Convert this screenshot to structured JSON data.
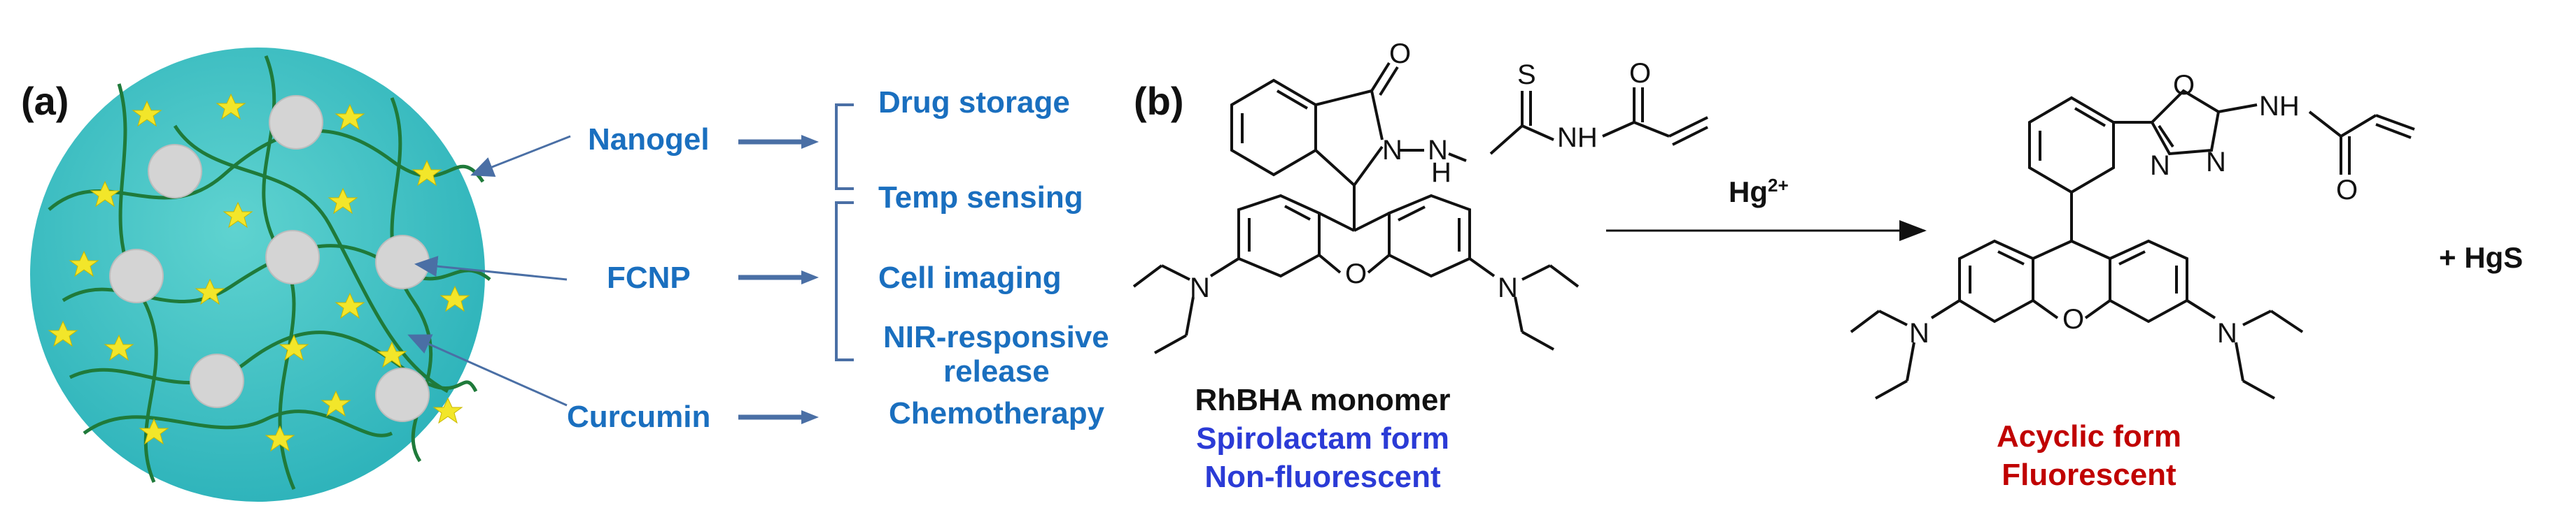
{
  "panel_a": {
    "label": "(a)",
    "components": [
      "Nanogel",
      "FCNP",
      "Curcumin"
    ],
    "functions": [
      "Drug storage",
      "Temp sensing",
      "Cell imaging",
      "NIR-responsive",
      "release",
      "Chemotherapy"
    ],
    "text_color": "#1a6fbf",
    "sphere_color": "#3fbfc3"
  },
  "panel_b": {
    "label": "(b)",
    "reagent": "Hg",
    "reagent_charge": "2+",
    "byproduct": "+ HgS",
    "monomer_lines": [
      "RhBHA  monomer",
      "Spirolactam form",
      "Non-fluorescent"
    ],
    "product_lines": [
      "Acyclic form",
      "Fluorescent"
    ],
    "atoms": {
      "O": "O",
      "N": "N",
      "S": "S",
      "H": "H",
      "NH": "NH"
    },
    "colors": {
      "monomer_name": "#111111",
      "monomer_state": "#2b3bd6",
      "product_state": "#c00000"
    }
  }
}
